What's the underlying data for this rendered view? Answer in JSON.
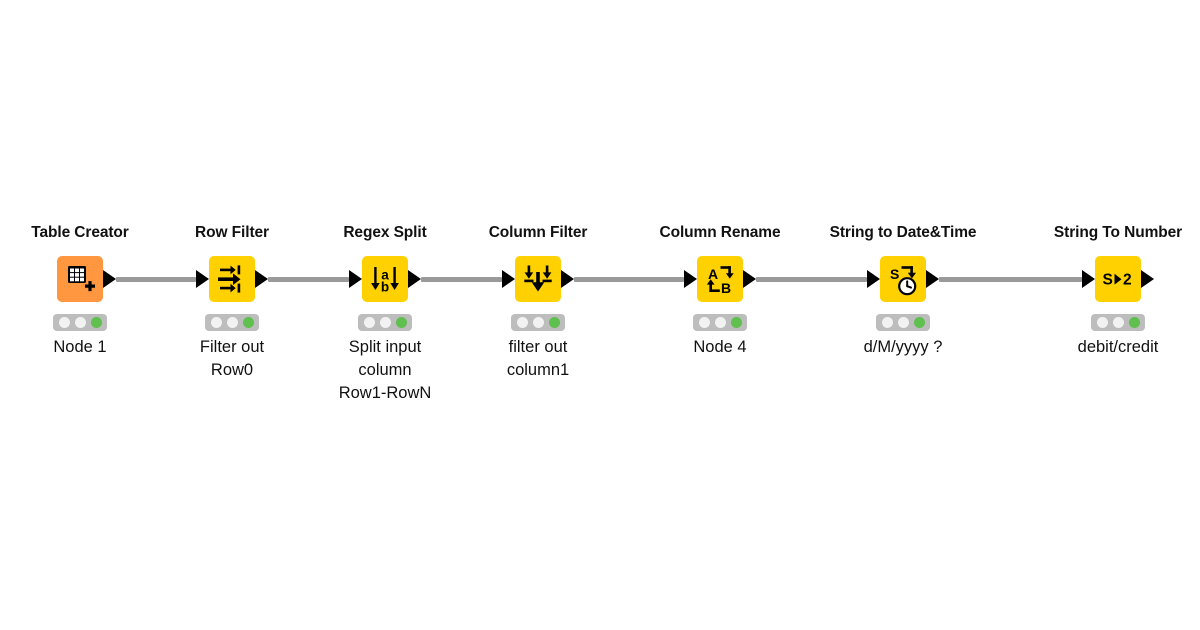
{
  "workflow": {
    "background": "#ffffff",
    "colors": {
      "node_orange": "#ff9640",
      "node_yellow": "#ffd100",
      "connector_gray": "#9a9a9a",
      "status_bar_gray": "#bdbdbd",
      "status_active_green": "#5fbf4f",
      "port_black": "#000000",
      "text_black": "#111111"
    },
    "nodes": [
      {
        "title": "Table Creator",
        "icon": "table-creator-icon",
        "color": "orange",
        "label": "Node 1",
        "status": [
          "idle",
          "idle",
          "executed"
        ],
        "has_input_port": false,
        "has_output_port": true
      },
      {
        "title": "Row Filter",
        "icon": "row-filter-icon",
        "color": "yellow",
        "label": "Filter out\nRow0",
        "status": [
          "idle",
          "idle",
          "executed"
        ],
        "has_input_port": true,
        "has_output_port": true
      },
      {
        "title": "Regex Split",
        "icon": "regex-split-icon",
        "color": "yellow",
        "label": "Split input\ncolumn\nRow1-RowN",
        "status": [
          "idle",
          "idle",
          "executed"
        ],
        "has_input_port": true,
        "has_output_port": true
      },
      {
        "title": "Column Filter",
        "icon": "column-filter-icon",
        "color": "yellow",
        "label": "filter out\ncolumn1",
        "status": [
          "idle",
          "idle",
          "executed"
        ],
        "has_input_port": true,
        "has_output_port": true
      },
      {
        "title": "Column Rename",
        "icon": "column-rename-icon",
        "color": "yellow",
        "label": "Node 4",
        "status": [
          "idle",
          "idle",
          "executed"
        ],
        "has_input_port": true,
        "has_output_port": true
      },
      {
        "title": "String to Date&Time",
        "icon": "string-to-datetime-icon",
        "color": "yellow",
        "label": "d/M/yyyy ?",
        "status": [
          "idle",
          "idle",
          "executed"
        ],
        "has_input_port": true,
        "has_output_port": true
      },
      {
        "title": "String To Number",
        "icon": "string-to-number-icon",
        "color": "yellow",
        "label": "debit/credit",
        "status": [
          "idle",
          "idle",
          "executed"
        ],
        "has_input_port": true,
        "has_output_port": true
      }
    ],
    "connections": [
      {
        "from": "Table Creator",
        "to": "Row Filter"
      },
      {
        "from": "Row Filter",
        "to": "Regex Split"
      },
      {
        "from": "Regex Split",
        "to": "Column Filter"
      },
      {
        "from": "Column Filter",
        "to": "Column Rename"
      },
      {
        "from": "Column Rename",
        "to": "String to Date&Time"
      },
      {
        "from": "String to Date&Time",
        "to": "String To Number"
      }
    ]
  }
}
